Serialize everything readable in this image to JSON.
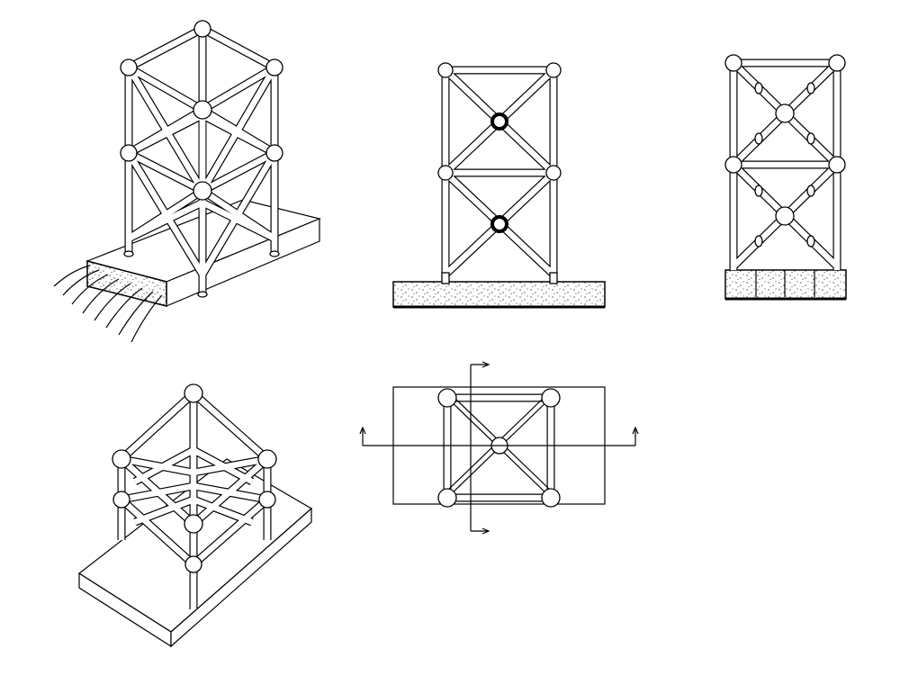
{
  "colors": {
    "line": "#000000",
    "background": "#ffffff"
  },
  "views": [
    {
      "id": "isometric-on-slab"
    },
    {
      "id": "front-elevation"
    },
    {
      "id": "side-elevation"
    },
    {
      "id": "isometric-top"
    },
    {
      "id": "plan-with-section-marks"
    }
  ]
}
